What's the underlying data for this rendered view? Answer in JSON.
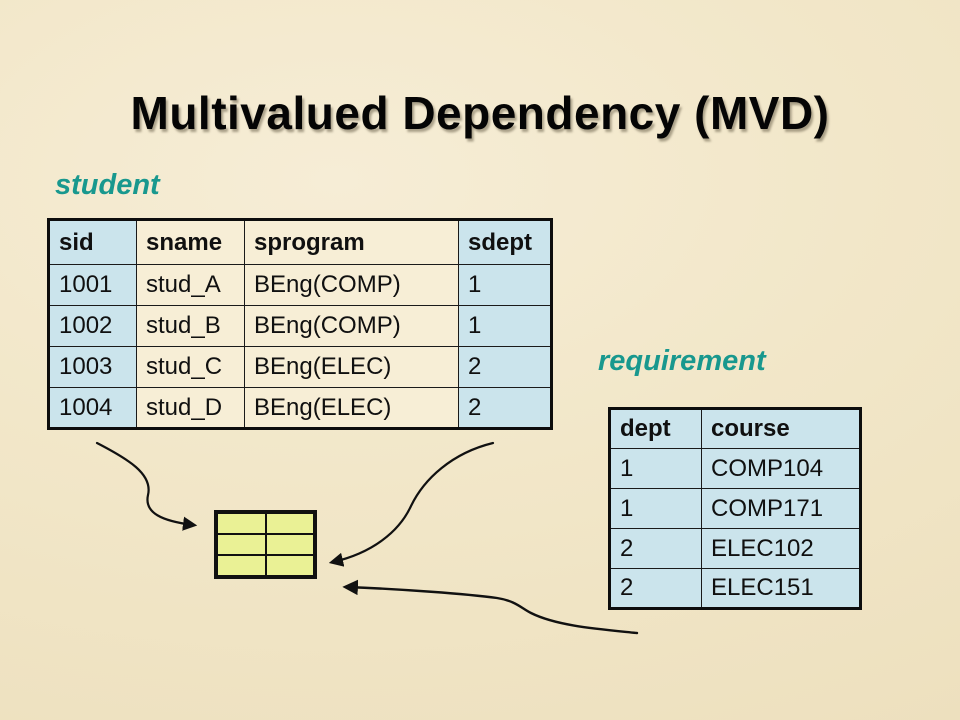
{
  "title": "Multivalued Dependency (MVD)",
  "student": {
    "label": "student",
    "headers": [
      "sid",
      "sname",
      "sprogram",
      "sdept"
    ],
    "rows": [
      [
        "1001",
        "stud_A",
        "BEng(COMP)",
        "1"
      ],
      [
        "1002",
        "stud_B",
        "BEng(COMP)",
        "1"
      ],
      [
        "1003",
        "stud_C",
        "BEng(ELEC)",
        "2"
      ],
      [
        "1004",
        "stud_D",
        "BEng(ELEC)",
        "2"
      ]
    ]
  },
  "requirement": {
    "label": "requirement",
    "headers": [
      "dept",
      "course"
    ],
    "rows": [
      [
        "1",
        "COMP104"
      ],
      [
        "1",
        "COMP171"
      ],
      [
        "2",
        "ELEC102"
      ],
      [
        "2",
        "ELEC151"
      ]
    ]
  },
  "mini_table": {
    "rows": 3,
    "columns": 2
  },
  "colors": {
    "background": "#F1E6C7",
    "title_text": "#050505",
    "label_teal": "#18988E",
    "key_column_fill": "#CBE4EC",
    "plain_column_fill": "#F7EED6",
    "mini_table_fill": "#EAF195",
    "arrow_stroke": "#111111"
  }
}
